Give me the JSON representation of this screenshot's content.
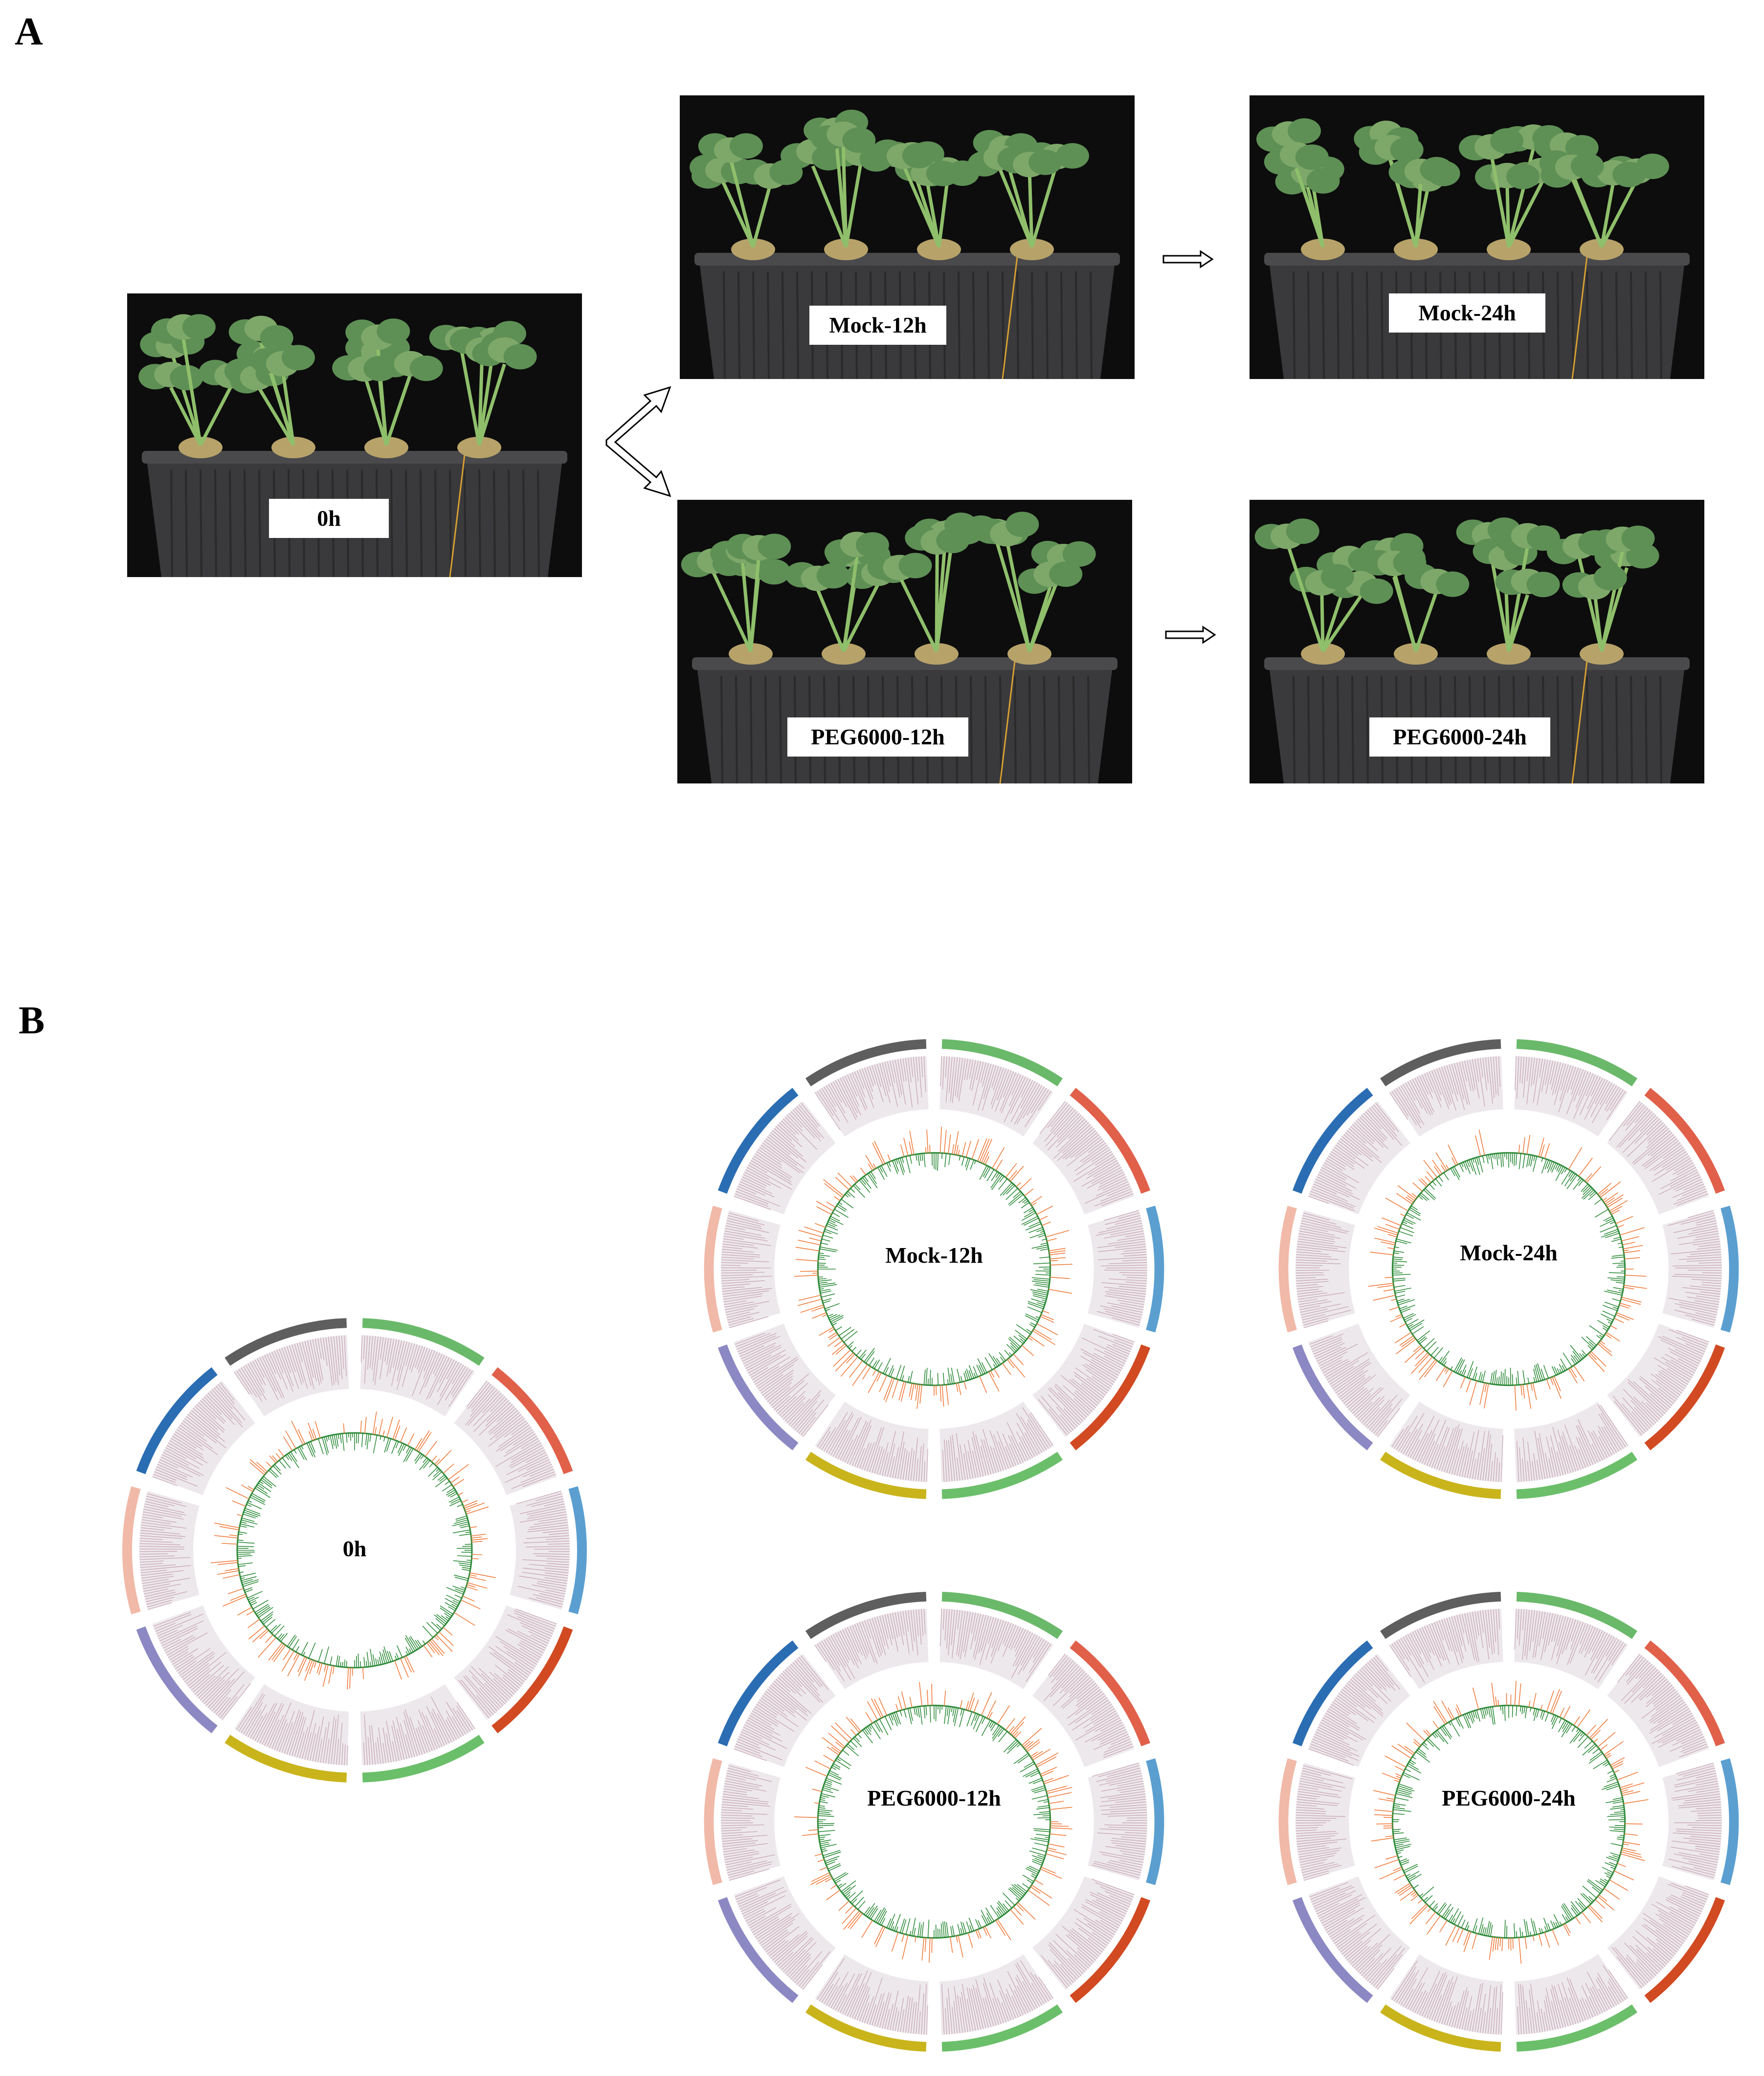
{
  "panel_a": {
    "letter": "A",
    "photos": [
      {
        "id": "0h",
        "label": "0h"
      },
      {
        "id": "mock12",
        "label": "Mock-12h"
      },
      {
        "id": "mock24",
        "label": "Mock-24h"
      },
      {
        "id": "peg12",
        "label": "PEG6000-12h"
      },
      {
        "id": "peg24",
        "label": "PEG6000-24h"
      }
    ]
  },
  "panel_b": {
    "letter": "B",
    "circos": [
      {
        "id": "c0h",
        "label": "0h"
      },
      {
        "id": "cmock12",
        "label": "Mock-12h"
      },
      {
        "id": "cmock24",
        "label": "Mock-24h"
      },
      {
        "id": "cpeg12",
        "label": "PEG6000-12h"
      },
      {
        "id": "cpeg24",
        "label": "PEG6000-24h"
      }
    ],
    "chromosome_colors": [
      "#6ab86a",
      "#e0604a",
      "#5b9fd0",
      "#d24a22",
      "#6cbf6a",
      "#c9b41c",
      "#8b88c4",
      "#f0b9a8",
      "#2a6db3",
      "#5e5e5e"
    ],
    "track_colors": {
      "histogram": "#c9a9b6",
      "up": "#f07a3a",
      "down": "#2e8b3a",
      "band": "#ede8ec"
    }
  }
}
